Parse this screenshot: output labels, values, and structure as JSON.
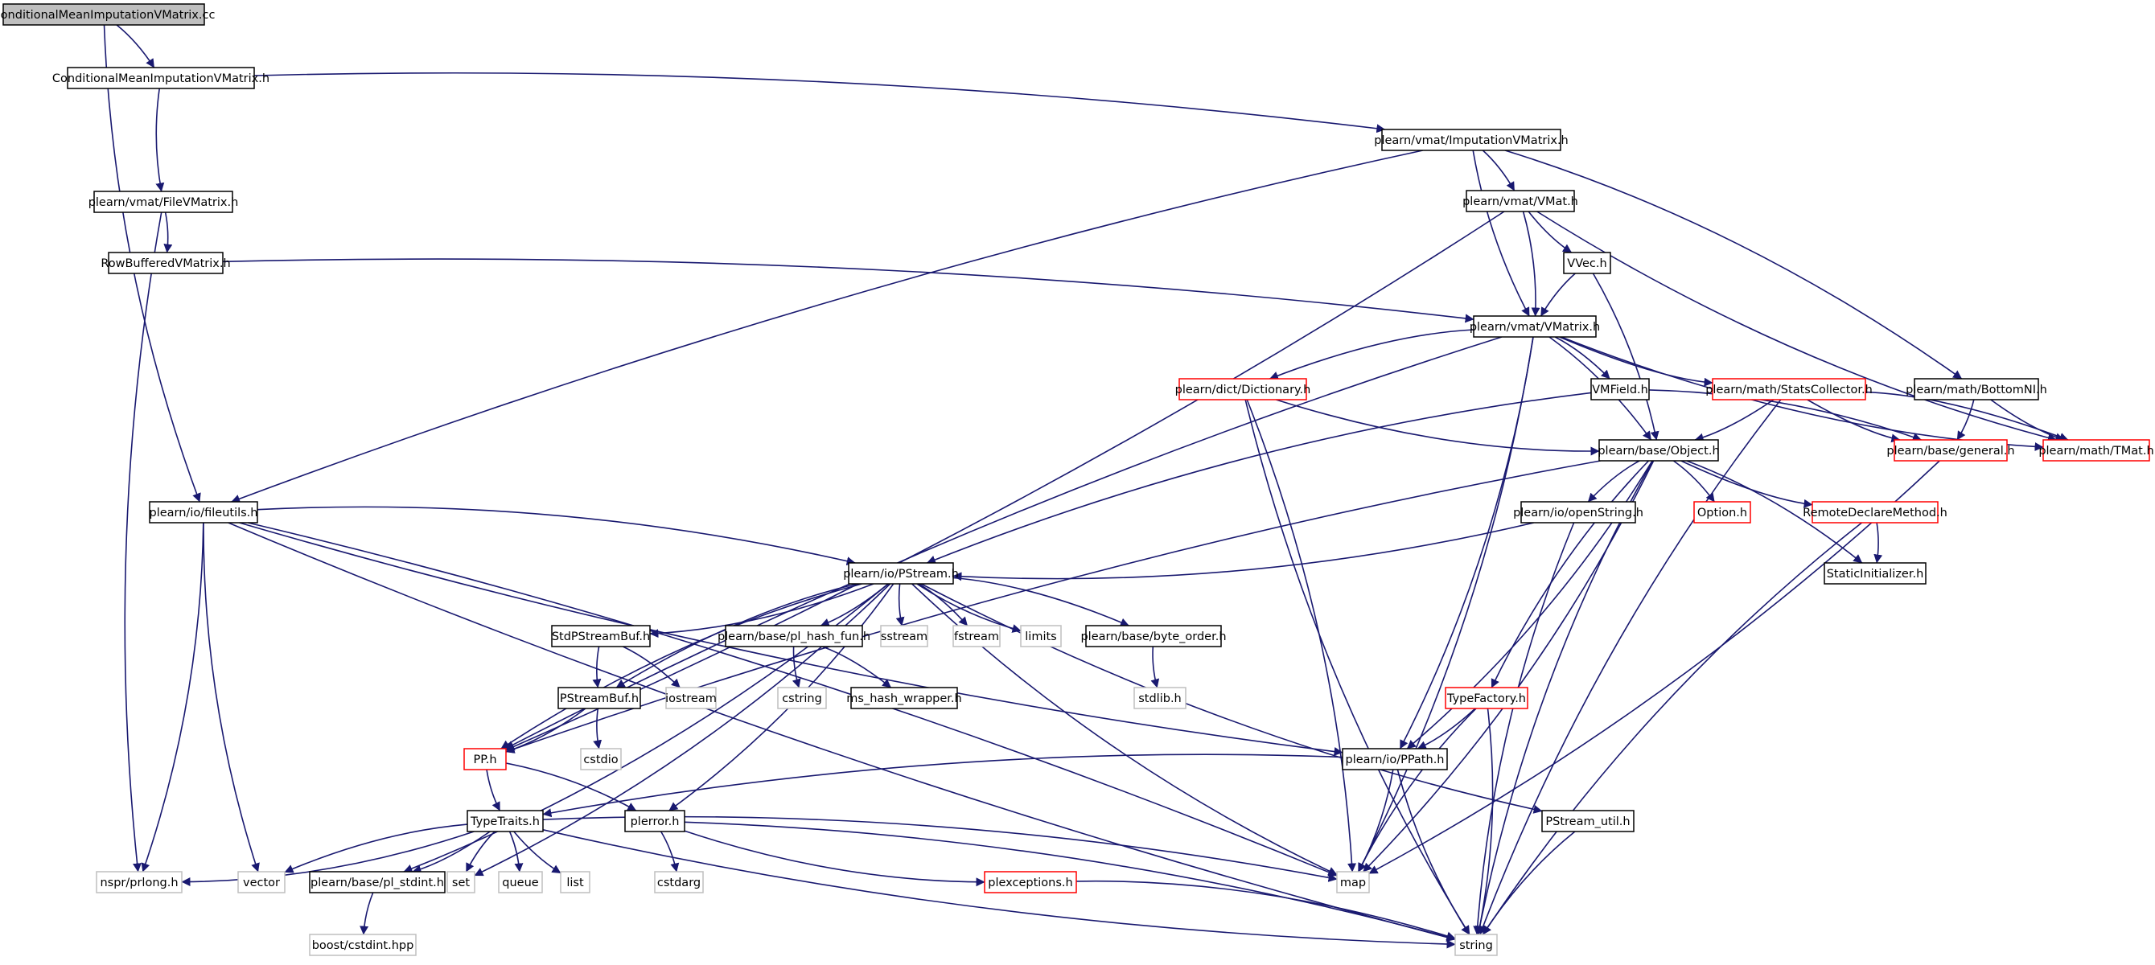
{
  "colors": {
    "edge": "#191970",
    "border_default": "#000000",
    "border_truncated": "#ff0000",
    "border_external": "#bfbfbf",
    "root_fill": "#bfbfbf",
    "node_fill": "#ffffff",
    "text_default": "#000000",
    "text_external": "#000000"
  },
  "nodes": [
    {
      "id": "cmivm_cc",
      "label": "ConditionalMeanImputationVMatrix.cc",
      "kind": "root"
    },
    {
      "id": "cmivm_h",
      "label": "ConditionalMeanImputationVMatrix.h",
      "kind": "normal"
    },
    {
      "id": "imputation",
      "label": "plearn/vmat/ImputationVMatrix.h",
      "kind": "normal"
    },
    {
      "id": "filevmatrix",
      "label": "plearn/vmat/FileVMatrix.h",
      "kind": "normal"
    },
    {
      "id": "vmat",
      "label": "plearn/vmat/VMat.h",
      "kind": "normal"
    },
    {
      "id": "rowbuffered",
      "label": "RowBufferedVMatrix.h",
      "kind": "normal"
    },
    {
      "id": "vvec",
      "label": "VVec.h",
      "kind": "normal"
    },
    {
      "id": "vmatrix",
      "label": "plearn/vmat/VMatrix.h",
      "kind": "normal"
    },
    {
      "id": "dictionary",
      "label": "plearn/dict/Dictionary.h",
      "kind": "truncated"
    },
    {
      "id": "vmfield",
      "label": "VMField.h",
      "kind": "normal"
    },
    {
      "id": "statscollector",
      "label": "plearn/math/StatsCollector.h",
      "kind": "truncated"
    },
    {
      "id": "bottomnl",
      "label": "plearn/math/BottomNI.h",
      "kind": "normal"
    },
    {
      "id": "object",
      "label": "plearn/base/Object.h",
      "kind": "normal"
    },
    {
      "id": "general",
      "label": "plearn/base/general.h",
      "kind": "truncated"
    },
    {
      "id": "tmat",
      "label": "plearn/math/TMat.h",
      "kind": "truncated"
    },
    {
      "id": "fileutils",
      "label": "plearn/io/fileutils.h",
      "kind": "normal"
    },
    {
      "id": "openstring",
      "label": "plearn/io/openString.h",
      "kind": "normal"
    },
    {
      "id": "option",
      "label": "Option.h",
      "kind": "truncated"
    },
    {
      "id": "remotedeclare",
      "label": "RemoteDeclareMethod.h",
      "kind": "truncated"
    },
    {
      "id": "pstream",
      "label": "plearn/io/PStream.h",
      "kind": "normal"
    },
    {
      "id": "staticinit",
      "label": "StaticInitializer.h",
      "kind": "normal"
    },
    {
      "id": "stdpstreambuf",
      "label": "StdPStreamBuf.h",
      "kind": "normal"
    },
    {
      "id": "hashfun",
      "label": "plearn/base/pl_hash_fun.h",
      "kind": "normal"
    },
    {
      "id": "sstream",
      "label": "sstream",
      "kind": "external"
    },
    {
      "id": "fstream",
      "label": "fstream",
      "kind": "external"
    },
    {
      "id": "limits",
      "label": "limits",
      "kind": "external"
    },
    {
      "id": "byteorder",
      "label": "plearn/base/byte_order.h",
      "kind": "normal"
    },
    {
      "id": "pstreambuf",
      "label": "PStreamBuf.h",
      "kind": "normal"
    },
    {
      "id": "iostream",
      "label": "iostream",
      "kind": "external"
    },
    {
      "id": "cstring",
      "label": "cstring",
      "kind": "external"
    },
    {
      "id": "mshash",
      "label": "ms_hash_wrapper.h",
      "kind": "normal"
    },
    {
      "id": "stdlib",
      "label": "stdlib.h",
      "kind": "external"
    },
    {
      "id": "typefactory",
      "label": "TypeFactory.h",
      "kind": "truncated"
    },
    {
      "id": "pp",
      "label": "PP.h",
      "kind": "truncated"
    },
    {
      "id": "cstdio",
      "label": "cstdio",
      "kind": "external"
    },
    {
      "id": "ppath",
      "label": "plearn/io/PPath.h",
      "kind": "normal"
    },
    {
      "id": "typetraits",
      "label": "TypeTraits.h",
      "kind": "normal"
    },
    {
      "id": "plerror",
      "label": "plerror.h",
      "kind": "normal"
    },
    {
      "id": "pstreamutil",
      "label": "PStream_util.h",
      "kind": "normal"
    },
    {
      "id": "nspr",
      "label": "nspr/prlong.h",
      "kind": "external"
    },
    {
      "id": "vector",
      "label": "vector",
      "kind": "external"
    },
    {
      "id": "plstdint",
      "label": "plearn/base/pl_stdint.h",
      "kind": "normal"
    },
    {
      "id": "set",
      "label": "set",
      "kind": "external"
    },
    {
      "id": "queue",
      "label": "queue",
      "kind": "external"
    },
    {
      "id": "list",
      "label": "list",
      "kind": "external"
    },
    {
      "id": "cstdarg",
      "label": "cstdarg",
      "kind": "external"
    },
    {
      "id": "plexceptions",
      "label": "plexceptions.h",
      "kind": "truncated"
    },
    {
      "id": "map",
      "label": "map",
      "kind": "external"
    },
    {
      "id": "boost",
      "label": "boost/cstdint.hpp",
      "kind": "external"
    },
    {
      "id": "string",
      "label": "string",
      "kind": "external"
    }
  ],
  "edges": [
    [
      "cmivm_cc",
      "cmivm_h"
    ],
    [
      "cmivm_cc",
      "fileutils"
    ],
    [
      "cmivm_h",
      "imputation"
    ],
    [
      "cmivm_h",
      "filevmatrix"
    ],
    [
      "imputation",
      "vmat"
    ],
    [
      "imputation",
      "vmatrix"
    ],
    [
      "imputation",
      "bottomnl"
    ],
    [
      "imputation",
      "fileutils"
    ],
    [
      "filevmatrix",
      "rowbuffered"
    ],
    [
      "filevmatrix",
      "nspr"
    ],
    [
      "rowbuffered",
      "vmatrix"
    ],
    [
      "vmat",
      "vvec"
    ],
    [
      "vmat",
      "vmatrix"
    ],
    [
      "vmat",
      "tmat"
    ],
    [
      "vmat",
      "pp"
    ],
    [
      "vvec",
      "vmatrix"
    ],
    [
      "vvec",
      "object"
    ],
    [
      "vmatrix",
      "dictionary"
    ],
    [
      "vmatrix",
      "vmfield"
    ],
    [
      "vmatrix",
      "statscollector"
    ],
    [
      "vmatrix",
      "object"
    ],
    [
      "vmatrix",
      "tmat"
    ],
    [
      "vmatrix",
      "ppath"
    ],
    [
      "vmatrix",
      "pp"
    ],
    [
      "vmatrix",
      "map"
    ],
    [
      "dictionary",
      "object"
    ],
    [
      "dictionary",
      "map"
    ],
    [
      "dictionary",
      "string"
    ],
    [
      "vmfield",
      "general"
    ],
    [
      "vmfield",
      "pstream"
    ],
    [
      "statscollector",
      "object"
    ],
    [
      "statscollector",
      "general"
    ],
    [
      "statscollector",
      "tmat"
    ],
    [
      "statscollector",
      "string"
    ],
    [
      "bottomnl",
      "general"
    ],
    [
      "bottomnl",
      "tmat"
    ],
    [
      "general",
      "map"
    ],
    [
      "object",
      "openstring"
    ],
    [
      "object",
      "option"
    ],
    [
      "object",
      "remotedeclare"
    ],
    [
      "object",
      "staticinit"
    ],
    [
      "object",
      "typefactory"
    ],
    [
      "object",
      "ppath"
    ],
    [
      "object",
      "pp"
    ],
    [
      "object",
      "map"
    ],
    [
      "object",
      "string"
    ],
    [
      "openstring",
      "pstream"
    ],
    [
      "openstring",
      "string"
    ],
    [
      "remotedeclare",
      "staticinit"
    ],
    [
      "remotedeclare",
      "string"
    ],
    [
      "fileutils",
      "pstream"
    ],
    [
      "fileutils",
      "ppath"
    ],
    [
      "fileutils",
      "nspr"
    ],
    [
      "fileutils",
      "vector"
    ],
    [
      "fileutils",
      "map"
    ],
    [
      "fileutils",
      "string"
    ],
    [
      "pstream",
      "stdpstreambuf"
    ],
    [
      "pstream",
      "pstreambuf"
    ],
    [
      "pstream",
      "hashfun"
    ],
    [
      "pstream",
      "sstream"
    ],
    [
      "pstream",
      "fstream"
    ],
    [
      "pstream",
      "limits"
    ],
    [
      "pstream",
      "byteorder"
    ],
    [
      "pstream",
      "pp"
    ],
    [
      "pstream",
      "plerror"
    ],
    [
      "pstream",
      "pstreamutil"
    ],
    [
      "pstream",
      "set"
    ],
    [
      "pstream",
      "map"
    ],
    [
      "pstream",
      "plstdint"
    ],
    [
      "stdpstreambuf",
      "pstreambuf"
    ],
    [
      "stdpstreambuf",
      "iostream"
    ],
    [
      "hashfun",
      "cstring"
    ],
    [
      "hashfun",
      "mshash"
    ],
    [
      "byteorder",
      "stdlib"
    ],
    [
      "pstreambuf",
      "pp"
    ],
    [
      "pstreambuf",
      "cstdio"
    ],
    [
      "typefactory",
      "ppath"
    ],
    [
      "typefactory",
      "map"
    ],
    [
      "typefactory",
      "string"
    ],
    [
      "pp",
      "typetraits"
    ],
    [
      "pp",
      "plerror"
    ],
    [
      "ppath",
      "typetraits"
    ],
    [
      "ppath",
      "map"
    ],
    [
      "ppath",
      "string"
    ],
    [
      "typetraits",
      "nspr"
    ],
    [
      "typetraits",
      "vector"
    ],
    [
      "typetraits",
      "plstdint"
    ],
    [
      "typetraits",
      "set"
    ],
    [
      "typetraits",
      "queue"
    ],
    [
      "typetraits",
      "list"
    ],
    [
      "typetraits",
      "map"
    ],
    [
      "typetraits",
      "string"
    ],
    [
      "plerror",
      "cstdarg"
    ],
    [
      "plerror",
      "plexceptions"
    ],
    [
      "plerror",
      "string"
    ],
    [
      "pstreamutil",
      "string"
    ],
    [
      "plexceptions",
      "string"
    ],
    [
      "plstdint",
      "boost"
    ]
  ]
}
